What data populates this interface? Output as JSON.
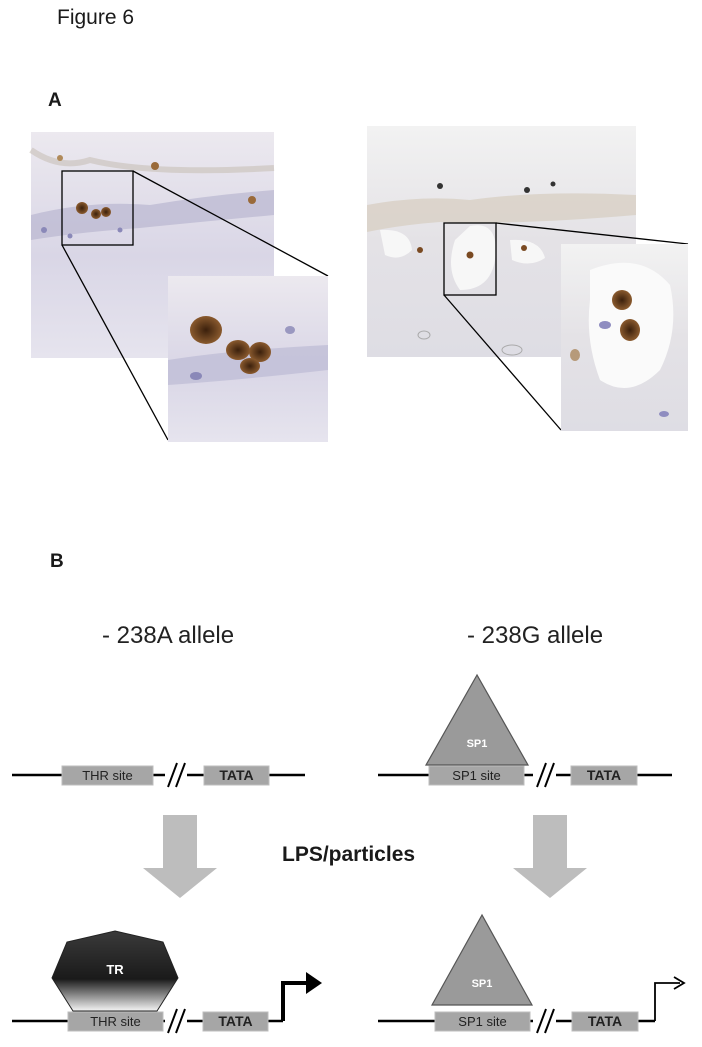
{
  "figure_title": "Figure 6",
  "panel_a_label": "A",
  "panel_b_label": "B",
  "allele_a": "- 238A allele",
  "allele_g": "- 238G allele",
  "stimulus_label": "LPS/particles",
  "thr_site_label": "THR site",
  "tata_label": "TATA",
  "sp1_site_label": "SP1 site",
  "sp1_label": "SP1",
  "tr_label": "TR",
  "colors": {
    "box_fill": "#a6a6a6",
    "arrow_fill": "#bdbdbd",
    "triangle_fill": "#9a9a9a",
    "tissue_bg": "#dcdbe8",
    "stain_brown": "#6b3f1c"
  }
}
